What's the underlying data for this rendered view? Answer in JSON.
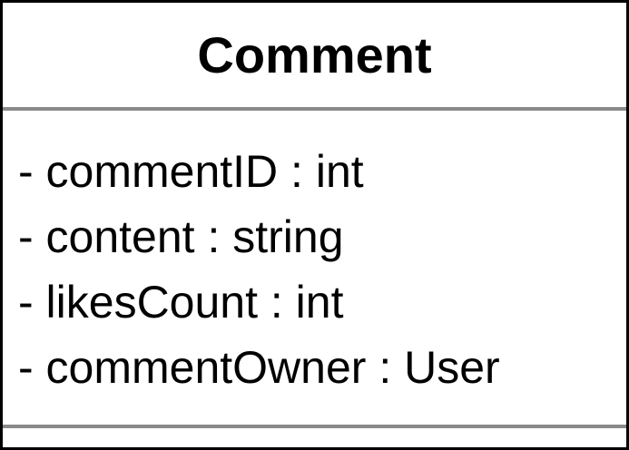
{
  "class": {
    "name": "Comment",
    "attributes": [
      "- commentID : int",
      "- content : string",
      "- likesCount : int",
      "- commentOwner : User"
    ],
    "methods": []
  }
}
